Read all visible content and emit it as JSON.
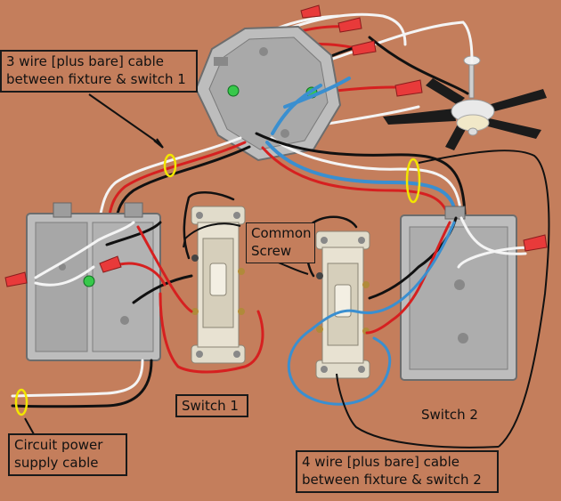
{
  "labels": {
    "cable_fixture_switch1": [
      "3  wire [plus bare] cable",
      "between fixture & switch 1"
    ],
    "common_screw": [
      "Common",
      "Screw"
    ],
    "switch1": "Switch 1",
    "switch2": "Switch 2",
    "circuit_power": [
      "Circuit power",
      "supply cable"
    ],
    "cable_fixture_switch2": [
      "4 wire [plus bare] cable",
      "between fixture & switch 2"
    ]
  },
  "colors": {
    "background": "#c47e5c",
    "wire_black": "#111111",
    "wire_red": "#d62020",
    "wire_white": "#f4f4f4",
    "wire_blue": "#3a8fd0",
    "marker_yellow": "#f2e600",
    "box_metal": "#b9b9b9",
    "switch_body": "#e8e2d2",
    "wirenut_red": "#e83a3a"
  }
}
